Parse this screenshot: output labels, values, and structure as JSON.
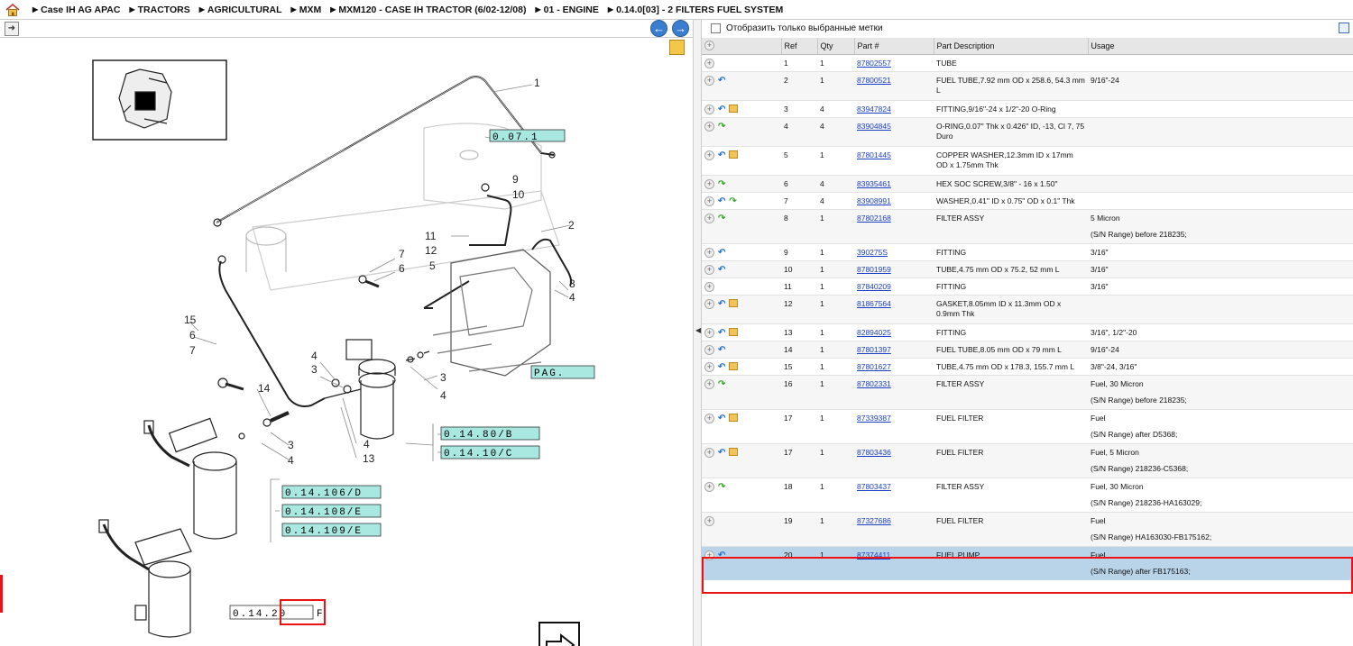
{
  "breadcrumb": [
    "Case IH AG APAC",
    "TRACTORS",
    "AGRICULTURAL",
    "MXM",
    "MXM120 - CASE IH TRACTOR (6/02-12/08)",
    "01 - ENGINE",
    "0.14.0[03] - 2 FILTERS FUEL SYSTEM"
  ],
  "diagram": {
    "callouts": [
      "1",
      "2",
      "3",
      "4",
      "5",
      "6",
      "7",
      "9",
      "10",
      "11",
      "12",
      "13",
      "14",
      "15"
    ],
    "refs": {
      "r1": "0.07.1",
      "pag": "PAG.",
      "r14_80": "0.14.80/B",
      "r14_10": "0.14.10/C",
      "r14_106": "0.14.106/D",
      "r14_108": "0.14.108/E",
      "r14_109": "0.14.109/E",
      "r14_20": "0.14.20",
      "r14_20_suffix": "F"
    }
  },
  "filter": {
    "label": "Отобразить только выбранные метки",
    "checked": false
  },
  "table": {
    "headers": {
      "ref": "Ref",
      "qty": "Qty",
      "part": "Part #",
      "desc": "Part Description",
      "usage": "Usage"
    },
    "rows": [
      {
        "ref": "1",
        "qty": "1",
        "part": "87802557",
        "desc": "TUBE",
        "usage": "",
        "icons": []
      },
      {
        "ref": "2",
        "qty": "1",
        "part": "87800521",
        "desc": "FUEL TUBE,7.92 mm OD x 258.6, 54.3 mm L",
        "usage": "9/16\"-24",
        "icons": [
          "blue"
        ]
      },
      {
        "ref": "3",
        "qty": "4",
        "part": "83947824",
        "desc": "FITTING,9/16\"-24 x 1/2\"-20 O-Ring",
        "usage": "",
        "icons": [
          "blue",
          "box"
        ]
      },
      {
        "ref": "4",
        "qty": "4",
        "part": "83904845",
        "desc": "O-RING,0.07\" Thk x 0.426\" ID, -13, Cl 7, 75 Duro",
        "usage": "",
        "icons": [
          "green"
        ]
      },
      {
        "ref": "5",
        "qty": "1",
        "part": "87801445",
        "desc": "COPPER WASHER,12.3mm ID x 17mm OD x 1.75mm Thk",
        "usage": "",
        "icons": [
          "blue",
          "box"
        ]
      },
      {
        "ref": "6",
        "qty": "4",
        "part": "83935461",
        "desc": "HEX SOC SCREW,3/8\" - 16 x 1.50\"",
        "usage": "",
        "icons": [
          "green"
        ]
      },
      {
        "ref": "7",
        "qty": "4",
        "part": "83908991",
        "desc": "WASHER,0.41\" ID x 0.75\" OD x 0.1\" Thk",
        "usage": "",
        "icons": [
          "blue",
          "green"
        ]
      },
      {
        "ref": "8",
        "qty": "1",
        "part": "87802168",
        "desc": "FILTER ASSY",
        "usage": "5 Micron",
        "usage2": "(S/N Range) before 218235;",
        "icons": [
          "green"
        ]
      },
      {
        "ref": "9",
        "qty": "1",
        "part": "390275S",
        "desc": "FITTING",
        "usage": "3/16\"",
        "icons": [
          "blue"
        ]
      },
      {
        "ref": "10",
        "qty": "1",
        "part": "87801959",
        "desc": "TUBE,4.75 mm OD x 75.2, 52 mm L",
        "usage": "3/16\"",
        "icons": [
          "blue"
        ]
      },
      {
        "ref": "11",
        "qty": "1",
        "part": "87840209",
        "desc": "FITTING",
        "usage": "3/16\"",
        "icons": []
      },
      {
        "ref": "12",
        "qty": "1",
        "part": "81867564",
        "desc": "GASKET,8.05mm ID x 11.3mm OD x 0.9mm Thk",
        "usage": "",
        "icons": [
          "blue",
          "box"
        ]
      },
      {
        "ref": "13",
        "qty": "1",
        "part": "82894025",
        "desc": "FITTING",
        "usage": "3/16\", 1/2\"-20",
        "icons": [
          "blue",
          "box"
        ]
      },
      {
        "ref": "14",
        "qty": "1",
        "part": "87801397",
        "desc": "FUEL TUBE,8.05 mm OD x 79 mm L",
        "usage": "9/16\"-24",
        "icons": [
          "blue"
        ]
      },
      {
        "ref": "15",
        "qty": "1",
        "part": "87801627",
        "desc": "TUBE,4.75 mm OD x 178.3, 155.7 mm L",
        "usage": "3/8\"-24, 3/16\"",
        "icons": [
          "blue",
          "box"
        ]
      },
      {
        "ref": "16",
        "qty": "1",
        "part": "87802331",
        "desc": "FILTER ASSY",
        "usage": "Fuel, 30 Micron",
        "usage2": "(S/N Range) before 218235;",
        "icons": [
          "green"
        ]
      },
      {
        "ref": "17",
        "qty": "1",
        "part": "87339387",
        "desc": "FUEL FILTER",
        "usage": "Fuel",
        "usage2": "(S/N Range) after D5368;",
        "icons": [
          "blue",
          "box"
        ]
      },
      {
        "ref": "17",
        "qty": "1",
        "part": "87803436",
        "desc": "FUEL FILTER",
        "usage": "Fuel, 5 Micron",
        "usage2": "(S/N Range) 218236-C5368;",
        "icons": [
          "blue",
          "box"
        ]
      },
      {
        "ref": "18",
        "qty": "1",
        "part": "87803437",
        "desc": "FILTER ASSY",
        "usage": "Fuel, 30 Micron",
        "usage2": "(S/N Range) 218236-HA163029;",
        "icons": [
          "green"
        ]
      },
      {
        "ref": "19",
        "qty": "1",
        "part": "87327686",
        "desc": "FUEL FILTER",
        "usage": "Fuel",
        "usage2": "(S/N Range) HA163030-FB175162;",
        "icons": []
      },
      {
        "ref": "20",
        "qty": "1",
        "part": "87374411",
        "desc": "FUEL PUMP",
        "usage": "Fuel",
        "usage2": "(S/N Range) after FB175163;",
        "icons": [
          "blue"
        ],
        "selected": true
      }
    ]
  },
  "colors": {
    "link": "#1b3fc4",
    "selected_row": "#b9d3e8",
    "highlight_frame": "#e11",
    "ref_box": "#a8e8e0"
  }
}
